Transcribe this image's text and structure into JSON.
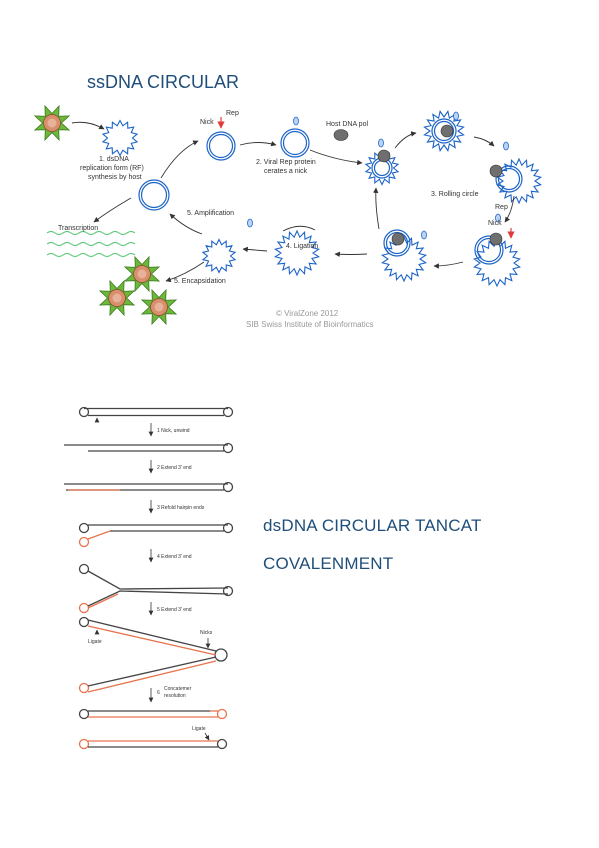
{
  "headings": {
    "ss": "ssDNA CIRCULAR",
    "ds_line1": "dsDNA CIRCULAR TANCAT",
    "ds_line2": "COVALENMENT"
  },
  "viralzone": {
    "step1_l1": "1. dsDNA",
    "step1_l2": "replication form (RF)",
    "step1_l3": "synthesis by host",
    "nick": "Nick",
    "rep": "Rep",
    "step2_l1": "2. Viral Rep protein",
    "step2_l2": "cerates a nick",
    "host_pol": "Host DNA pol",
    "step3": "3. Rolling circle",
    "rep_right": "Rep",
    "nick_right": "Nick",
    "step4": "4. Ligation",
    "step5_amp": "5. Amplification",
    "step5_enc": "5. Encapsidation",
    "transcription": "Transcription",
    "credit_l1": "© ViralZone 2012",
    "credit_l2": "SIB Swiss Institute of Bioinformatics"
  },
  "hairpin": {
    "s1": "1  Nick, unwind",
    "s2": "2  Extend 3' end",
    "s3": "3  Refold hairpin ends",
    "s4": "4  Extend 3' end",
    "s5": "5  Extend 3' end",
    "nicks": "Nicks",
    "ligate_left": "Ligate",
    "s6_l1": "6",
    "s6_l2": "Concatemer",
    "s6_l3": "resolution",
    "ligate_bottom": "Ligate"
  }
}
